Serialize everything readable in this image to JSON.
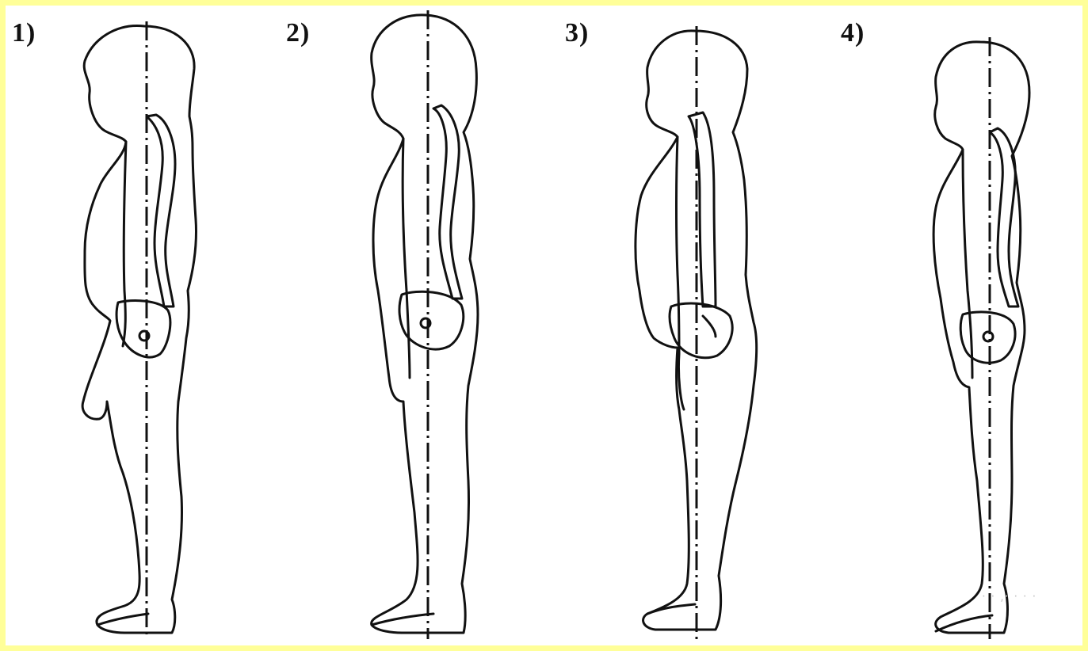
{
  "figures": [
    {
      "label": "1)",
      "icon": "child-posture-profile-icon"
    },
    {
      "label": "2)",
      "icon": "child-posture-profile-icon"
    },
    {
      "label": "3)",
      "icon": "child-posture-profile-icon"
    },
    {
      "label": "4)",
      "icon": "child-posture-profile-icon"
    }
  ],
  "colors": {
    "border": "#ffff99",
    "background": "#ffffff",
    "ink": "#111111"
  }
}
